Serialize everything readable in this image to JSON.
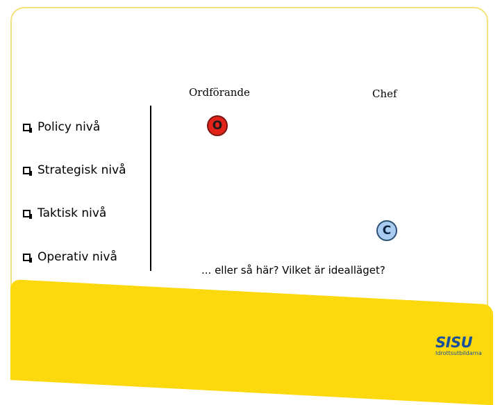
{
  "columns": {
    "ordforande": "Ordförande",
    "chef": "Chef"
  },
  "levels": [
    {
      "label": "Policy nivå"
    },
    {
      "label": "Strategisk nivå"
    },
    {
      "label": "Taktisk nivå"
    },
    {
      "label": "Operativ nivå"
    }
  ],
  "markers": {
    "ordforande": {
      "letter": "O",
      "color": "#e2231a"
    },
    "chef": {
      "letter": "C",
      "color": "#a9cdf0"
    }
  },
  "question": "... eller så här? Vilket är idealläget?",
  "logo": {
    "name": "SISU",
    "subtitle": "Idrottsutbildarna"
  },
  "colors": {
    "accent": "#fbd90c",
    "brand": "#1a4f9c"
  }
}
